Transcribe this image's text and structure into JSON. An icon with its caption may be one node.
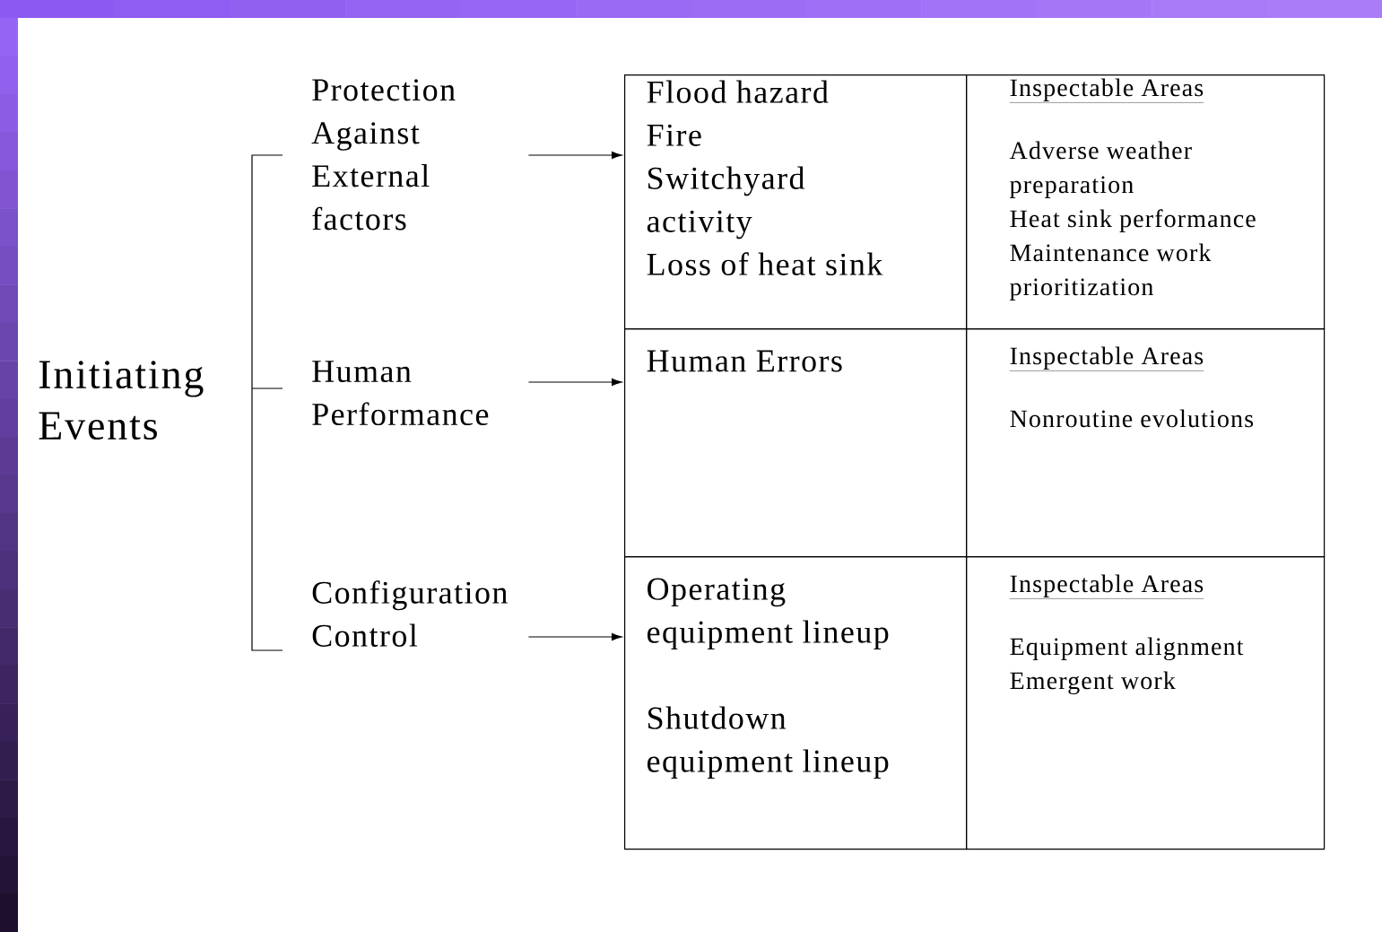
{
  "diagram": {
    "nodes": [
      {
        "text": [
          "Initiating Events"
        ]
      },
      {
        "text": [
          "Protection Against External factors"
        ]
      },
      {
        "text": [
          "Human Performance"
        ]
      },
      {
        "text": [
          "Configuration Control"
        ]
      },
      {
        "text": [
          "Flood hazard",
          "Fire",
          "Switchyard activity",
          "Loss of heat sink"
        ]
      },
      {
        "text": [
          "Inspectable Areas",
          "Adverse weather preparation",
          "Heat sink performance",
          "Maintenance work prioritization"
        ]
      },
      {
        "text": [
          "Human Errors"
        ]
      },
      {
        "text": [
          "Inspectable Areas",
          "Nonroutine evolutions"
        ]
      },
      {
        "text": [
          "Operating equipment lineup",
          "Shutdown equipment lineup"
        ]
      },
      {
        "text": [
          "Inspectable Areas",
          "Equipment alignment",
          "Emergent work"
        ]
      }
    ],
    "edges": [
      {
        "from": 1,
        "to": 4,
        "arrow": "to"
      },
      {
        "from": 2,
        "to": 6,
        "arrow": "to"
      },
      {
        "from": 3,
        "to": 8,
        "arrow": "to"
      }
    ]
  }
}
